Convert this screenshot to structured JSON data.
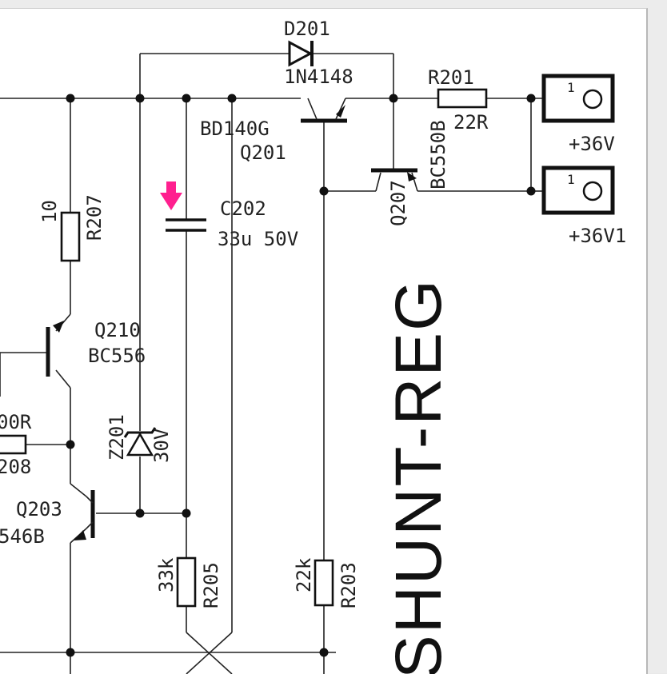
{
  "title": "SHUNT-REG",
  "colors": {
    "marker": "#ff1f8f",
    "ink": "#111111",
    "sheet": "#ffffff"
  },
  "marker": {
    "icon": "arrow-down-icon"
  },
  "components": {
    "D201": {
      "ref": "D201",
      "value": "1N4148"
    },
    "R201": {
      "ref": "R201",
      "value": "22R"
    },
    "Q201": {
      "ref": "Q201",
      "value": "BD140G"
    },
    "Q207": {
      "ref": "Q207",
      "value": "BC550B"
    },
    "C202": {
      "ref": "C202",
      "value": "33u 50V"
    },
    "R207": {
      "ref": "R207",
      "value": "10"
    },
    "Q210": {
      "ref": "Q210",
      "value": "BC556"
    },
    "Z201": {
      "ref": "Z201",
      "value": "30V"
    },
    "R208": {
      "ref": "208",
      "value": "00R"
    },
    "Q203": {
      "ref": "Q203",
      "value": "546B"
    },
    "R205": {
      "ref": "R205",
      "value": "33k"
    },
    "R203": {
      "ref": "R203",
      "value": "22k"
    }
  },
  "connectors": [
    {
      "pin": "1",
      "label": "+36V"
    },
    {
      "pin": "1",
      "label": "+36V1"
    }
  ]
}
